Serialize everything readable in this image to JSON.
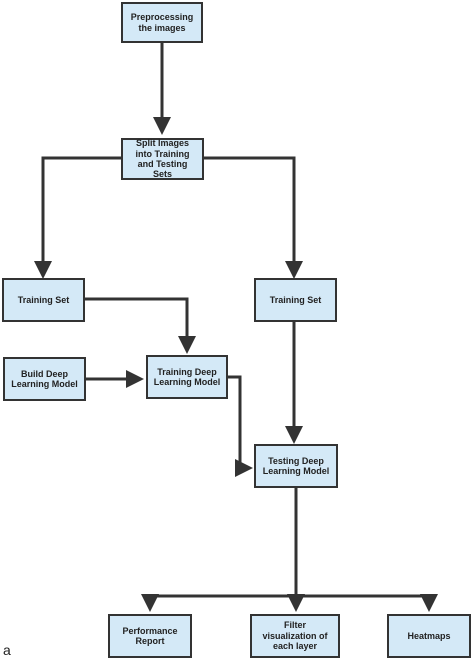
{
  "colors": {
    "node_fill": "#d4e9f7",
    "node_border": "#333333",
    "connector": "#333333",
    "text": "#222222"
  },
  "panel_label": "a",
  "nodes": {
    "preprocess": "Preprocessing the images",
    "split": "Split Images into Training and Testing Sets",
    "training_set": "Training Set",
    "testing_set": "Training Set",
    "build_model": "Build Deep Learning Model",
    "train_model": "Training Deep Learning Model",
    "test_model": "Testing Deep Learning Model",
    "performance_report": "Performance Report",
    "filter_visualization": "Filter visualization of each layer",
    "heatmaps": "Heatmaps"
  }
}
